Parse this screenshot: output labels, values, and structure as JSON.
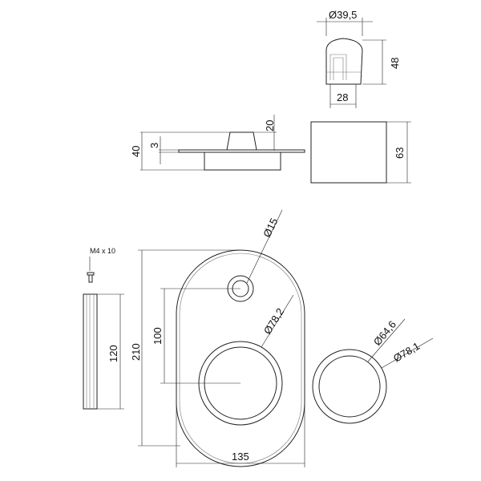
{
  "dimensions": {
    "knob_diameter": "Ø39,5",
    "knob_height": "48",
    "knob_base_width": "28",
    "side_total_height": "40",
    "side_plate_thickness": "3",
    "side_boss_height": "20",
    "cover_height": "63",
    "hole_diameter": "Ø15",
    "large_hole_diameter": "Ø78,2",
    "hole_spacing": "100",
    "plate_height": "210",
    "plate_width": "135",
    "ring_inner_diameter": "Ø64,6",
    "ring_outer_diameter": "Ø78,1",
    "screw_label": "M4 x 10",
    "strip_length": "120"
  }
}
